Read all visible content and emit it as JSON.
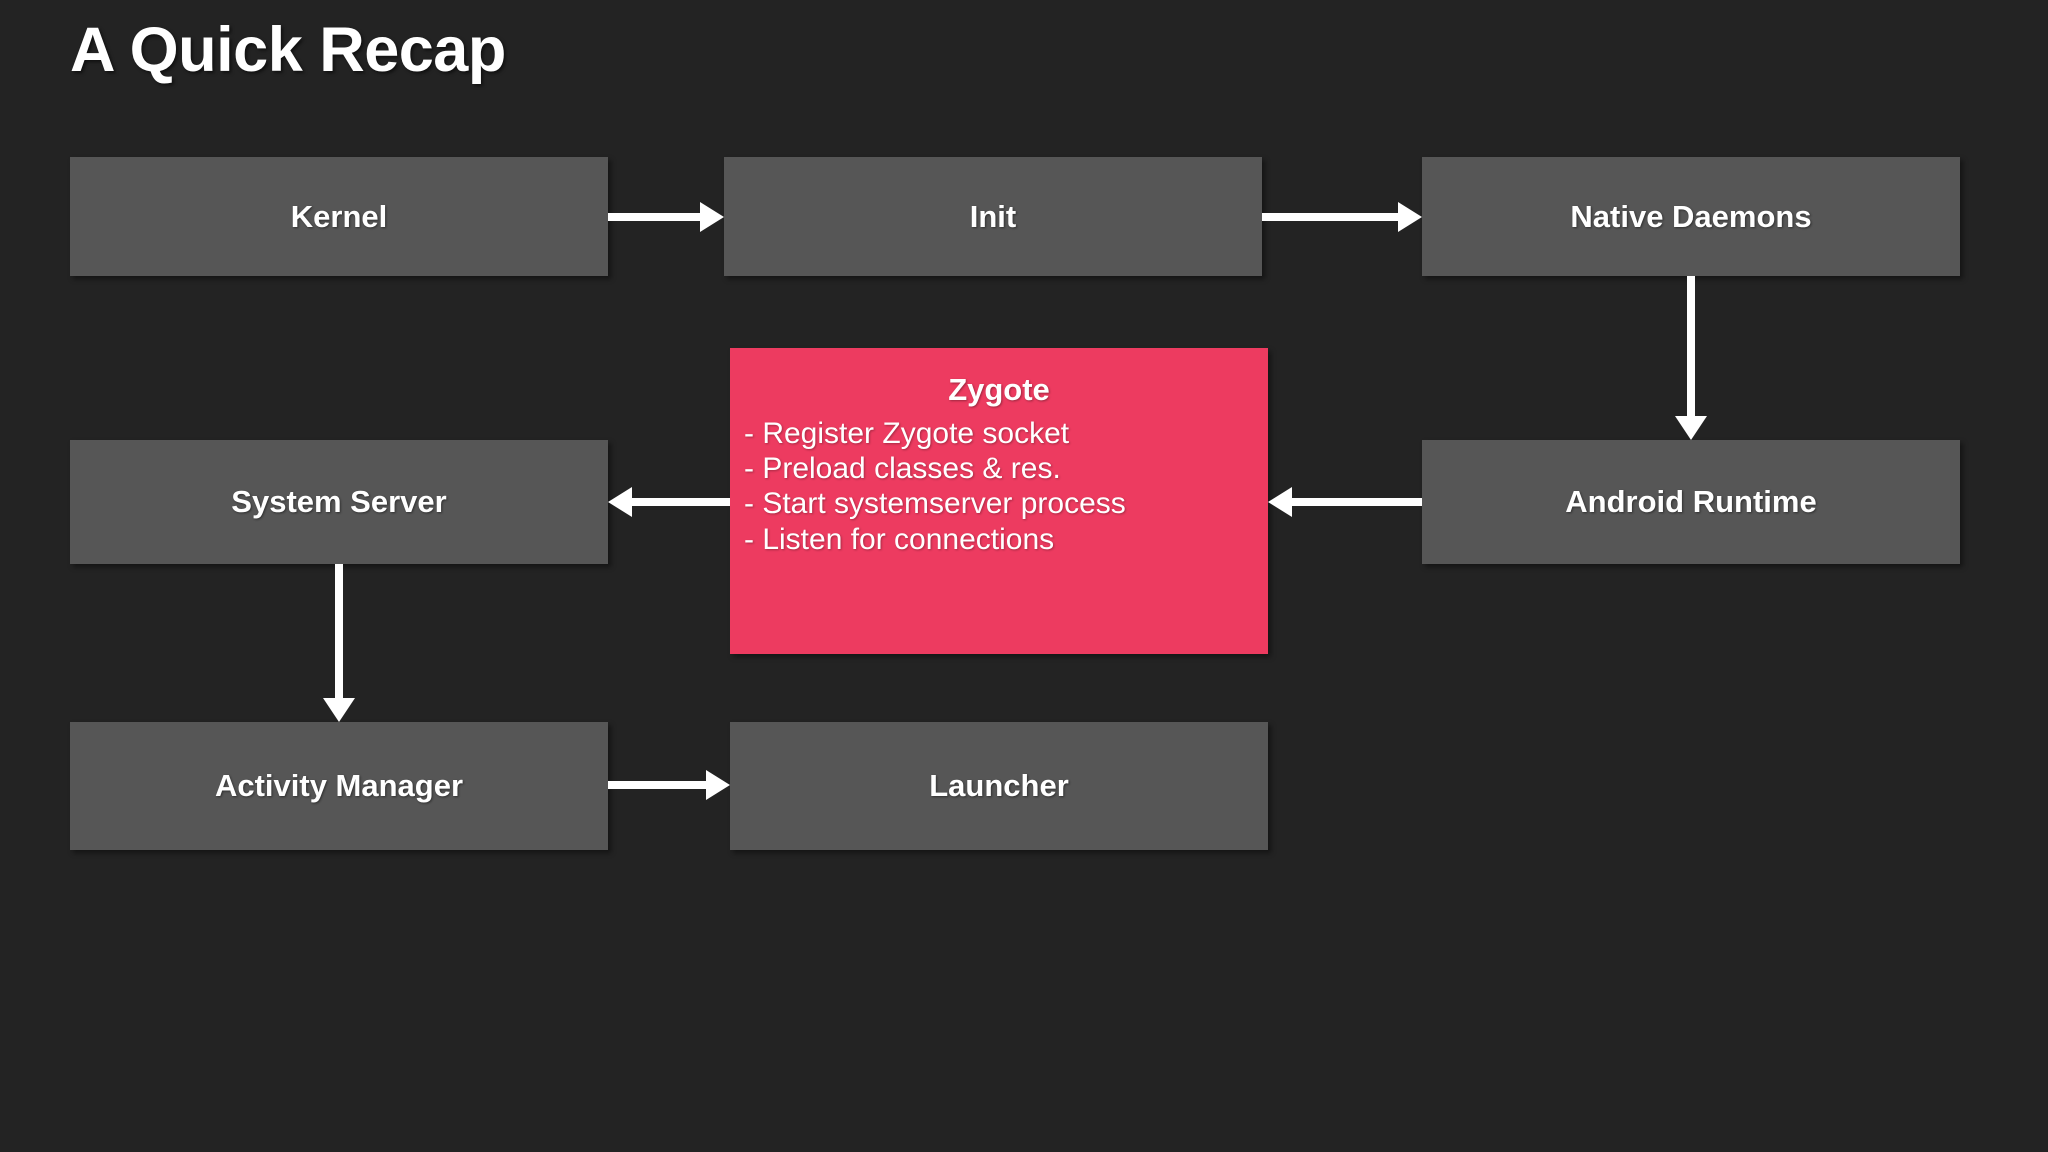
{
  "slide": {
    "title": "A Quick Recap",
    "background_color": "#232323",
    "node_color": "#565656",
    "highlight_color": "#ED3B60",
    "text_color": "#ffffff"
  },
  "nodes": {
    "kernel": {
      "label": "Kernel"
    },
    "init": {
      "label": "Init"
    },
    "native_daemons": {
      "label": "Native Daemons"
    },
    "system_server": {
      "label": "System Server"
    },
    "android_runtime": {
      "label": "Android Runtime"
    },
    "activity_manager": {
      "label": "Activity Manager"
    },
    "launcher": {
      "label": "Launcher"
    },
    "zygote": {
      "title": "Zygote",
      "items": [
        "- Register Zygote socket",
        "- Preload classes & res.",
        "- Start systemserver process",
        "- Listen for connections"
      ]
    }
  },
  "arrows": [
    {
      "name": "kernel-to-init",
      "from": "Kernel",
      "to": "Init",
      "direction": "right"
    },
    {
      "name": "init-to-native-daemons",
      "from": "Init",
      "to": "Native Daemons",
      "direction": "right"
    },
    {
      "name": "native-daemons-to-android-runtime",
      "from": "Native Daemons",
      "to": "Android Runtime",
      "direction": "down"
    },
    {
      "name": "android-runtime-to-zygote",
      "from": "Android Runtime",
      "to": "Zygote",
      "direction": "left"
    },
    {
      "name": "zygote-to-system-server",
      "from": "Zygote",
      "to": "System Server",
      "direction": "left"
    },
    {
      "name": "system-server-to-activity-manager",
      "from": "System Server",
      "to": "Activity Manager",
      "direction": "down"
    },
    {
      "name": "activity-manager-to-launcher",
      "from": "Activity Manager",
      "to": "Launcher",
      "direction": "right"
    }
  ]
}
